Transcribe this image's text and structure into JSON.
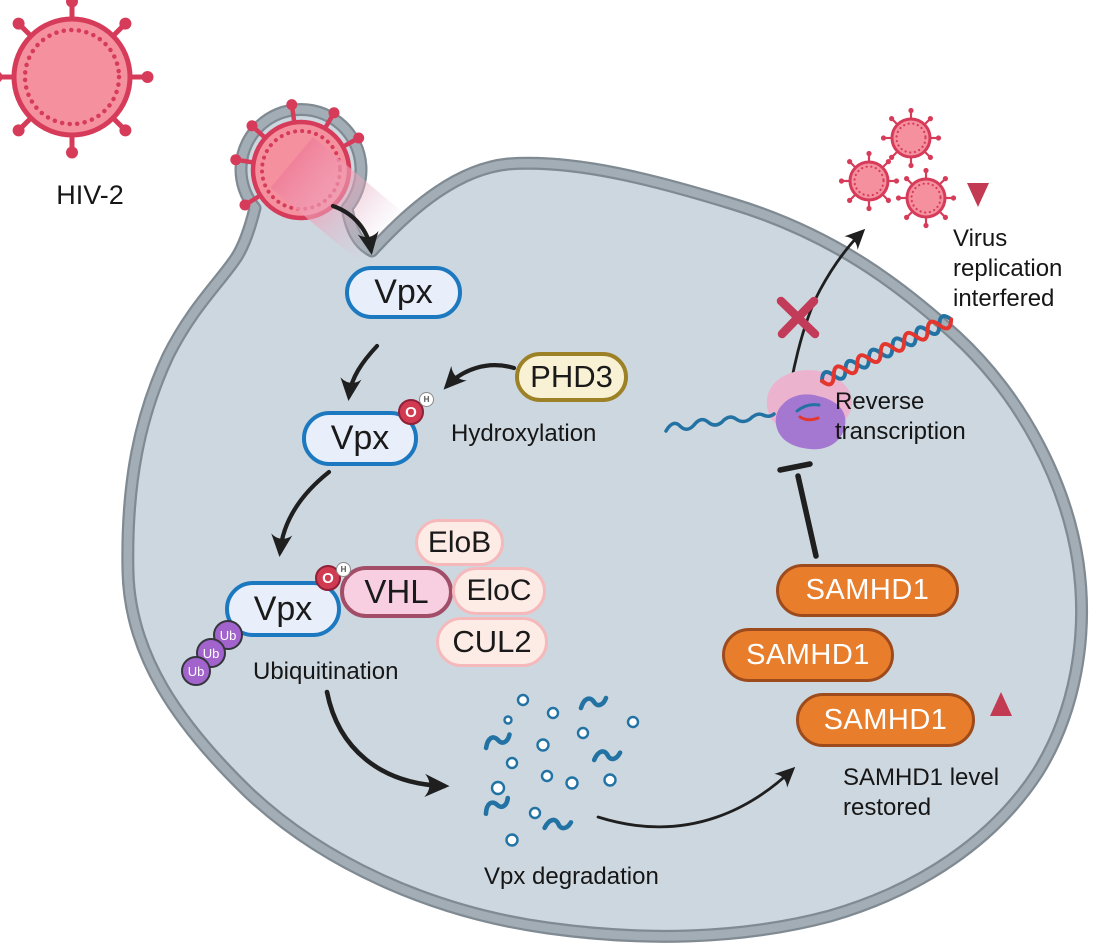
{
  "labels": {
    "hiv2": "HIV-2",
    "vpx": "Vpx",
    "phd3": "PHD3",
    "hydroxylation": "Hydroxylation",
    "oxygen": "O",
    "hydrogen": "H",
    "vhl": "VHL",
    "elob": "EloB",
    "eloc": "EloC",
    "cul2": "CUL2",
    "ub": "Ub",
    "ubiquitination": "Ubiquitination",
    "vpx_degradation": "Vpx degradation",
    "samhd1": "SAMHD1",
    "samhd1_caption": "SAMHD1 level restored",
    "reverse_transcription": "Reverse transcription",
    "virus_replication": "Virus replication interfered"
  },
  "colors": {
    "virus_fill": "#f5909f",
    "virus_outline": "#d63c5a",
    "cell_fill": "#cdd7df",
    "membrane_band": "#a2adb5",
    "membrane_edge": "#7f8a92",
    "vpx_fill": "#e9eefb",
    "vpx_border": "#1c79c0",
    "phd3_fill": "#f9f1d4",
    "phd3_border": "#9c8126",
    "vhl_fill": "#f7cfe1",
    "vhl_border": "#a24e68",
    "adapter_fill": "#fdece6",
    "adapter_border": "#f5b9bb",
    "ubiquitin_fill": "#a264cc",
    "samhd1_fill": "#e87d2b",
    "samhd1_border": "#9d4b1d",
    "hydroxyl_red": "#d13b52",
    "accent_red": "#c23b58",
    "rna_blue": "#2272a4",
    "dna_red": "#e3362e",
    "rt_purple": "#a478d0",
    "rt_pink": "#ecb3cf",
    "arrow_black": "#1f1f1f"
  }
}
